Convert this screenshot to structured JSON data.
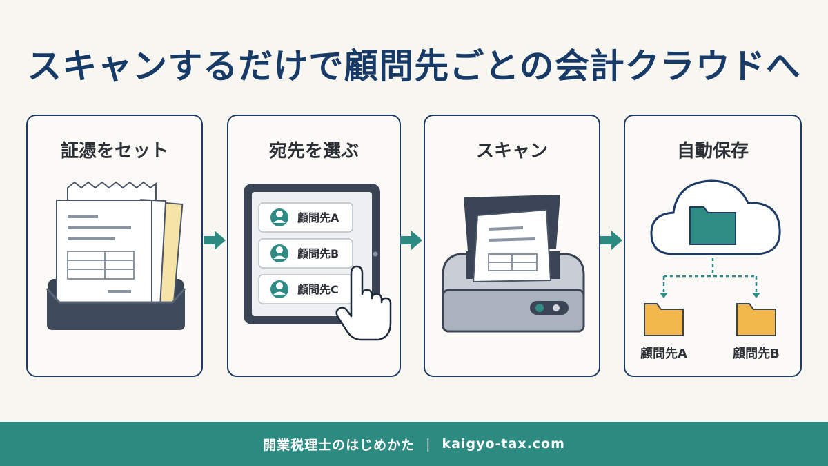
{
  "header": {
    "title": "スキャンするだけで顧問先ごとの会計クラウドへ"
  },
  "steps": [
    {
      "title": "証憑をセット"
    },
    {
      "title": "宛先を選ぶ",
      "clients": [
        "顧問先A",
        "顧問先B",
        "顧問先C"
      ]
    },
    {
      "title": "スキャン"
    },
    {
      "title": "自動保存",
      "folders": [
        "顧問先A",
        "顧問先B"
      ]
    }
  ],
  "footer": {
    "site_name": "開業税理士のはじめかた",
    "separator": "|",
    "url": "kaigyo-tax.com"
  },
  "colors": {
    "navy": "#173a66",
    "teal": "#2c8a80",
    "folder_yellow": "#f2b84b",
    "folder_teal": "#2f8c85",
    "tray": "#394454"
  }
}
